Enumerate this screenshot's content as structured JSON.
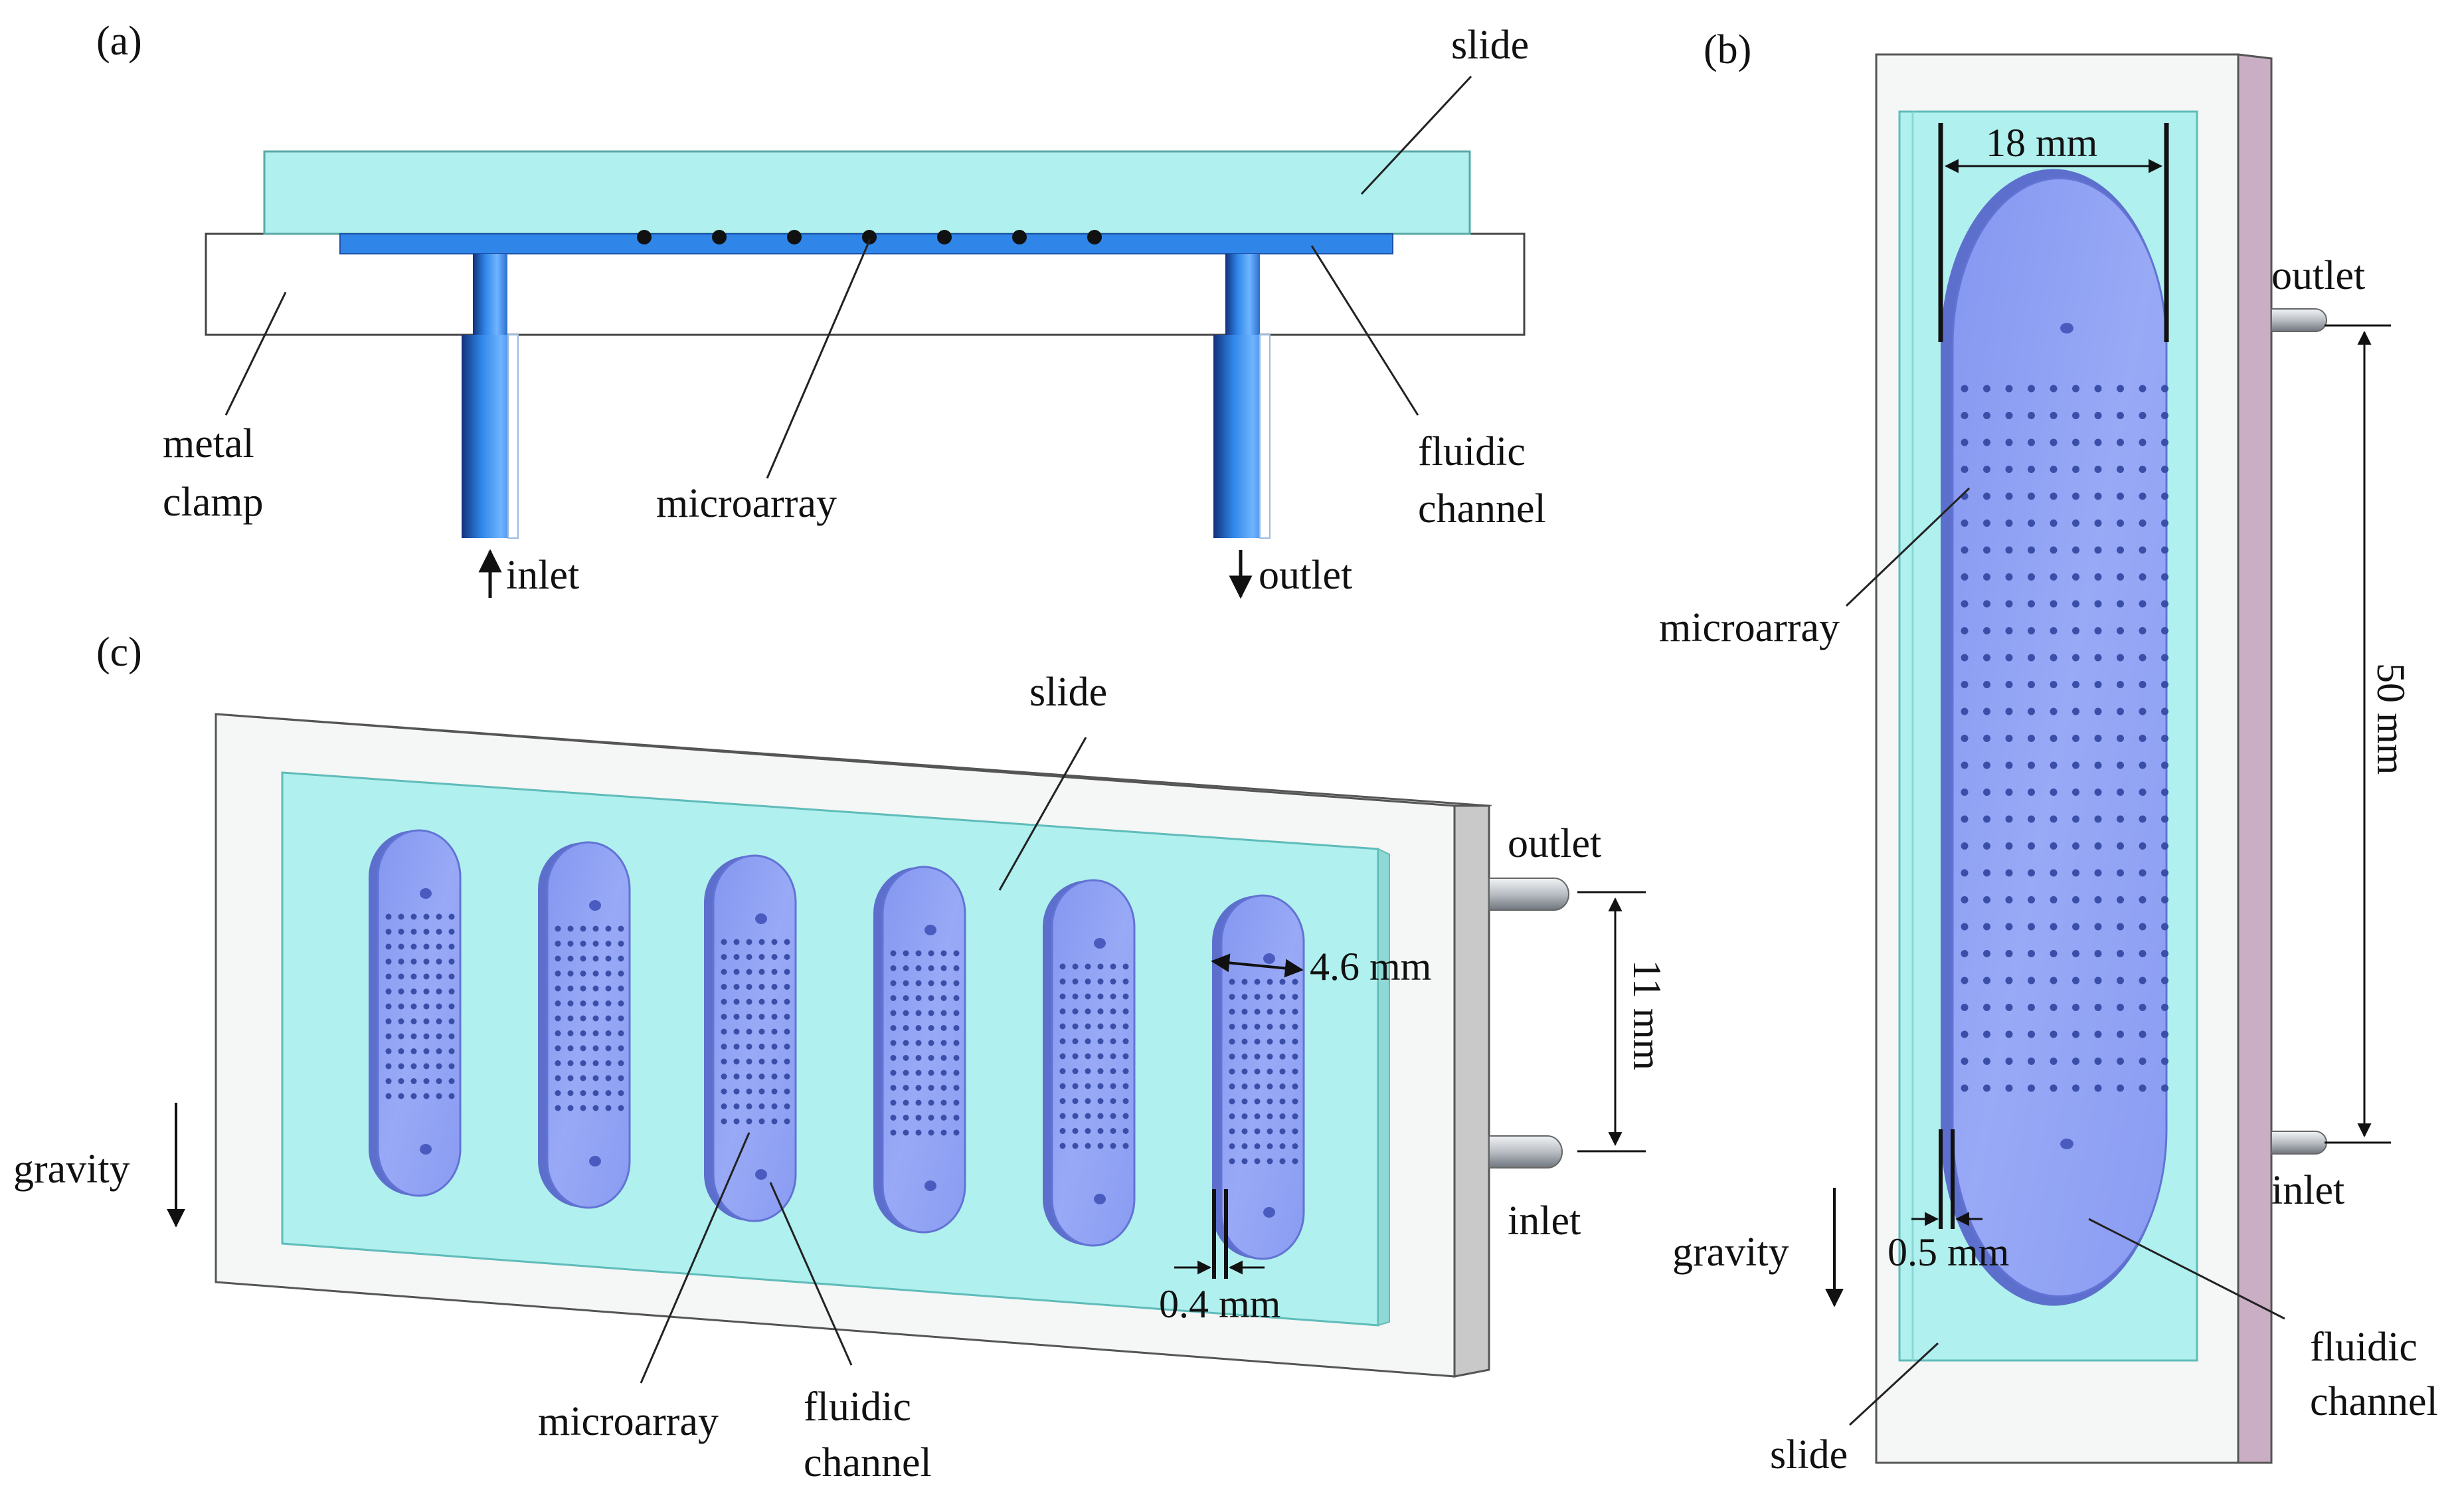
{
  "panel_a": {
    "tag": "(a)",
    "slide": "slide",
    "metal_clamp": [
      "metal",
      "clamp"
    ],
    "microarray": "microarray",
    "fluidic_channel": [
      "fluidic",
      "channel"
    ],
    "inlet": "inlet",
    "outlet": "outlet"
  },
  "panel_b": {
    "tag": "(b)",
    "width_dim": "18 mm",
    "length_dim": "50 mm",
    "gap_dim": "0.5 mm",
    "outlet": "outlet",
    "inlet": "inlet",
    "microarray": "microarray",
    "gravity": "gravity",
    "fluidic_channel": [
      "fluidic",
      "channel"
    ],
    "slide": "slide"
  },
  "panel_c": {
    "tag": "(c)",
    "slide": "slide",
    "outlet": "outlet",
    "inlet": "inlet",
    "width_dim": "4.6 mm",
    "length_dim": "11 mm",
    "gap_dim": "0.4 mm",
    "gravity": "gravity",
    "microarray": "microarray",
    "fluidic_channel": [
      "fluidic",
      "channel"
    ]
  },
  "colors": {
    "glass": "#b0f0ee",
    "glass_edge": "#6fc9c6",
    "channel_blue": "#2f86e8",
    "channel_dark": "#1a4fa8",
    "chamber": "#8fa0f2",
    "dot": "#3a4ea8",
    "frame": "#f4f5f5",
    "side_purple": "#c9aec4"
  }
}
